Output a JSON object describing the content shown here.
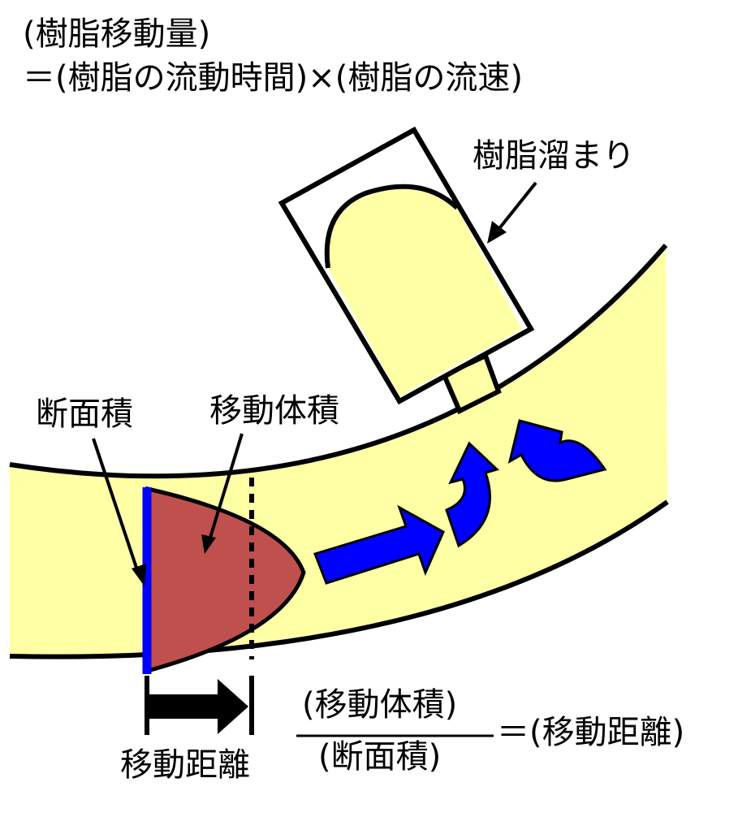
{
  "formula": {
    "line1": "(樹脂移動量)",
    "line2": "＝(樹脂の流動時間)×(樹脂の流速)"
  },
  "labels": {
    "reservoir": "樹脂溜まり",
    "cross_section": "断面積",
    "moved_volume": "移動体積",
    "moved_distance": "移動距離"
  },
  "fraction": {
    "numerator": "(移動体積)",
    "denominator": "(断面積)",
    "result": "＝(移動距離)"
  },
  "colors": {
    "resin": "#ffffa6",
    "moved_volume_fill": "#c0504d",
    "flow_arrows": "#0000ff",
    "outline": "#000000"
  }
}
